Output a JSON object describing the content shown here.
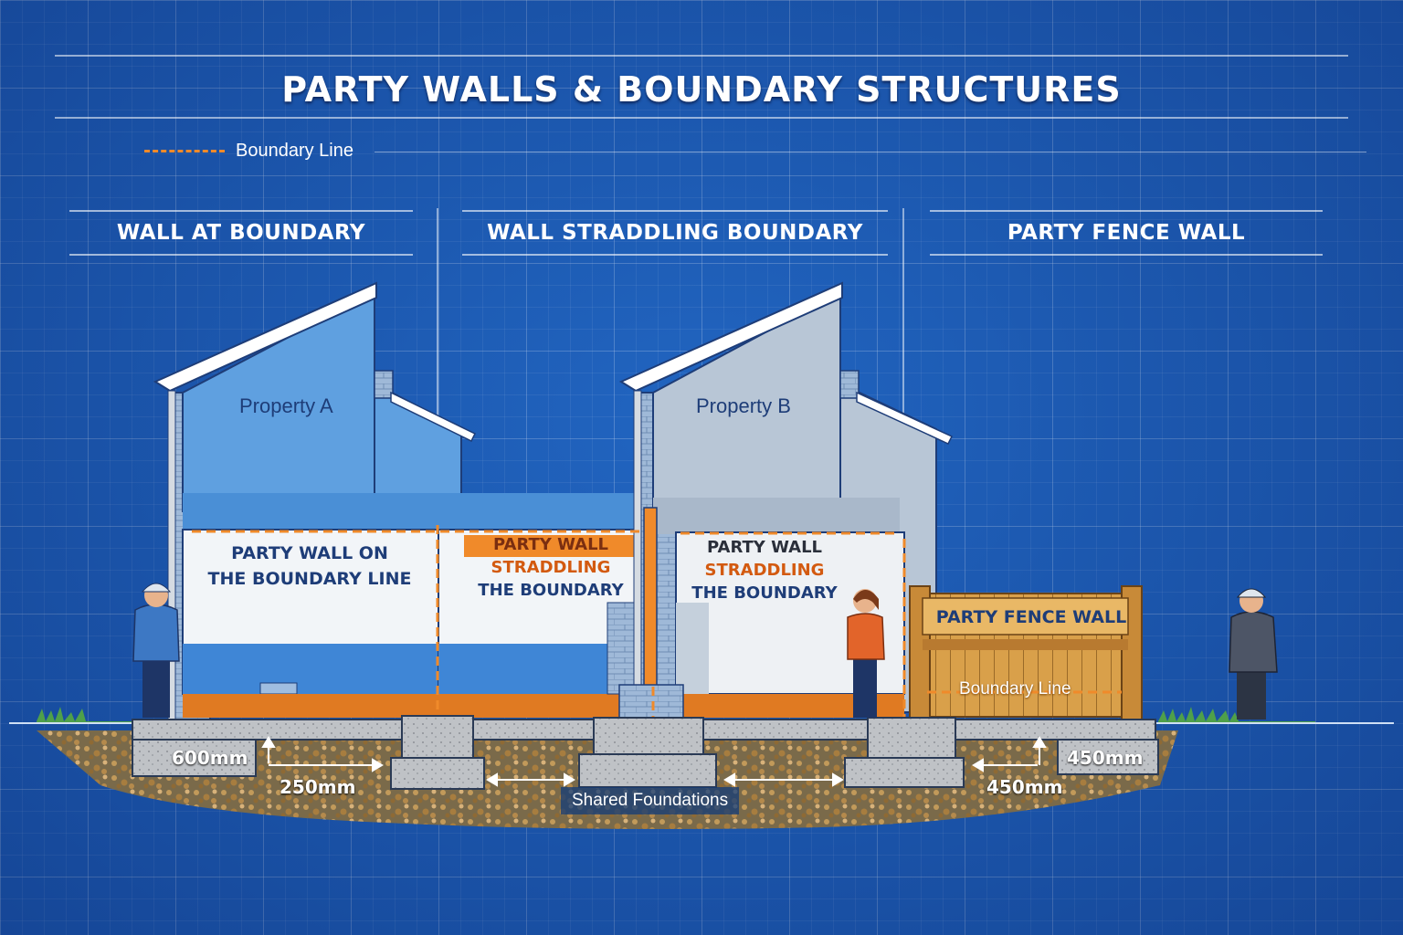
{
  "title": "PARTY WALLS & BOUNDARY STRUCTURES",
  "legend": {
    "label": "Boundary Line",
    "color": "#f08a2a"
  },
  "sections": [
    {
      "heading": "WALL AT BOUNDARY"
    },
    {
      "heading": "WALL STRADDLING BOUNDARY"
    },
    {
      "heading": "PARTY FENCE WALL"
    }
  ],
  "properties": {
    "a": "Property A",
    "b": "Property B"
  },
  "wall_labels": {
    "on_boundary": {
      "line1": "PARTY WALL ON",
      "line2": "THE BOUNDARY LINE"
    },
    "straddling_1": {
      "line1": "PARTY WALL",
      "line2": "STRADDLING",
      "line3": "THE BOUNDARY"
    },
    "straddling_2": {
      "line1": "PARTY WALL",
      "line2": "STRADDLING",
      "line3": "THE BOUNDARY"
    }
  },
  "fence": {
    "title": "PARTY FENCE WALL",
    "boundary_label": "Boundary Line"
  },
  "dimensions": {
    "left_depth": "600mm",
    "left_offset": "250mm",
    "right_offset": "450mm",
    "right_depth": "450mm"
  },
  "foundations_label": "Shared Foundations",
  "colors": {
    "background": "#1f5fb8",
    "boundary": "#f08a2a",
    "fence": "#d9a04a",
    "property_a": "#5fa0e0",
    "property_b": "#b8c6d6",
    "concrete": "#b9bcc0"
  }
}
